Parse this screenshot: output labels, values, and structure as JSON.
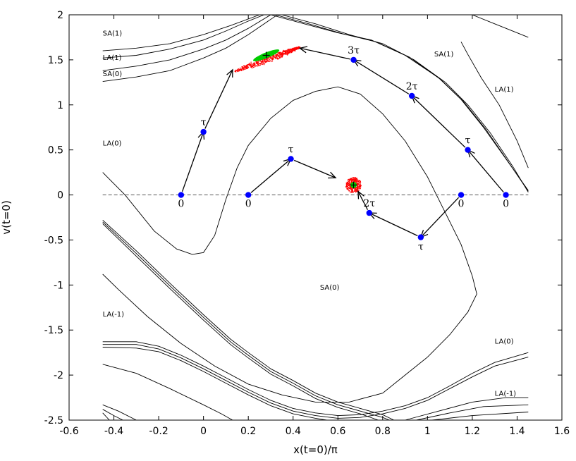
{
  "chart_data": {
    "type": "line",
    "xlabel": "x(t=0)/π",
    "ylabel": "v(t=0)",
    "xlim": [
      -0.6,
      1.6
    ],
    "ylim": [
      -2.5,
      2.0
    ],
    "xticks": [
      -0.6,
      -0.4,
      -0.2,
      0,
      0.2,
      0.4,
      0.6,
      0.8,
      1,
      1.2,
      1.4,
      1.6
    ],
    "xtick_labels": [
      "-0.6",
      "-0.4",
      "-0.2",
      "0",
      "0.2",
      "0.4",
      "0.6",
      "0.8",
      "1",
      "1.2",
      "1.4",
      "1.6"
    ],
    "yticks": [
      2,
      1.5,
      1,
      0.5,
      0,
      -0.5,
      -1,
      -1.5,
      -2,
      -2.5
    ],
    "ytick_labels": [
      "2",
      "1.5",
      "1",
      "0.5",
      "0",
      "-0.5",
      "-1",
      "-1.5",
      "-2",
      "-2.5"
    ],
    "grid": false,
    "colors": {
      "points": "#0000ff",
      "cloud": "#ff0000",
      "core": "#00cc00",
      "lines": "#000000"
    },
    "dashed_line": {
      "y": 0,
      "x": [
        -0.45,
        1.45
      ]
    },
    "region_labels": [
      {
        "text": "SA(1)",
        "x": -0.45,
        "y": 1.8
      },
      {
        "text": "LA(1)",
        "x": -0.45,
        "y": 1.53
      },
      {
        "text": "SA(0)",
        "x": -0.45,
        "y": 1.35
      },
      {
        "text": "SA(1)",
        "x": 1.03,
        "y": 1.57
      },
      {
        "text": "LA(1)",
        "x": 1.3,
        "y": 1.18
      },
      {
        "text": "LA(0)",
        "x": -0.45,
        "y": 0.58
      },
      {
        "text": "SA(0)",
        "x": 0.52,
        "y": -1.02
      },
      {
        "text": "LA(-1)",
        "x": -0.45,
        "y": -1.32
      },
      {
        "text": "LA(0)",
        "x": 1.3,
        "y": -1.62
      },
      {
        "text": "LA(-1)",
        "x": 1.3,
        "y": -2.2
      }
    ],
    "contours": [
      {
        "name": "",
        "points": [
          [
            -0.45,
            1.6
          ],
          [
            -0.3,
            1.63
          ],
          [
            -0.15,
            1.68
          ],
          [
            0,
            1.78
          ],
          [
            0.12,
            1.88
          ],
          [
            0.25,
            2.0
          ]
        ]
      },
      {
        "name": "",
        "points": [
          [
            -0.45,
            1.52
          ],
          [
            -0.3,
            1.55
          ],
          [
            -0.15,
            1.62
          ],
          [
            0,
            1.72
          ],
          [
            0.1,
            1.82
          ],
          [
            0.2,
            1.93
          ],
          [
            0.27,
            2.0
          ]
        ]
      },
      {
        "name": "",
        "points": [
          [
            -0.45,
            1.38
          ],
          [
            -0.3,
            1.43
          ],
          [
            -0.15,
            1.5
          ],
          [
            0,
            1.62
          ],
          [
            0.1,
            1.72
          ],
          [
            0.2,
            1.85
          ],
          [
            0.3,
            2.0
          ]
        ]
      },
      {
        "name": "",
        "points": [
          [
            -0.45,
            1.26
          ],
          [
            -0.3,
            1.31
          ],
          [
            -0.15,
            1.38
          ],
          [
            0,
            1.52
          ],
          [
            0.1,
            1.63
          ],
          [
            0.2,
            1.78
          ],
          [
            0.33,
            2.0
          ]
        ]
      },
      {
        "name": "",
        "points": [
          [
            0.3,
            2.0
          ],
          [
            0.45,
            1.9
          ],
          [
            0.6,
            1.8
          ],
          [
            0.75,
            1.72
          ],
          [
            0.9,
            1.55
          ],
          [
            1.05,
            1.3
          ],
          [
            1.15,
            1.06
          ],
          [
            1.25,
            0.75
          ],
          [
            1.35,
            0.4
          ],
          [
            1.45,
            0.05
          ]
        ]
      },
      {
        "name": "",
        "points": [
          [
            0.32,
            2.0
          ],
          [
            0.47,
            1.9
          ],
          [
            0.62,
            1.79
          ],
          [
            0.77,
            1.7
          ],
          [
            0.92,
            1.53
          ],
          [
            1.06,
            1.28
          ],
          [
            1.16,
            1.04
          ],
          [
            1.26,
            0.73
          ],
          [
            1.36,
            0.37
          ],
          [
            1.45,
            0.04
          ]
        ]
      },
      {
        "name": "",
        "points": [
          [
            0.35,
            2.0
          ],
          [
            0.5,
            1.9
          ],
          [
            0.65,
            1.78
          ],
          [
            0.8,
            1.68
          ],
          [
            0.94,
            1.5
          ],
          [
            1.08,
            1.25
          ],
          [
            1.18,
            1.0
          ],
          [
            1.28,
            0.69
          ],
          [
            1.38,
            0.32
          ],
          [
            1.45,
            0.03
          ]
        ]
      },
      {
        "name": "",
        "points": [
          [
            1.2,
            2.0
          ],
          [
            1.3,
            1.9
          ],
          [
            1.4,
            1.8
          ],
          [
            1.45,
            1.75
          ]
        ]
      },
      {
        "name": "",
        "points": [
          [
            1.15,
            1.7
          ],
          [
            1.18,
            1.56
          ],
          [
            1.24,
            1.3
          ],
          [
            1.32,
            1.0
          ],
          [
            1.4,
            0.6
          ],
          [
            1.45,
            0.3
          ]
        ]
      },
      {
        "name": "",
        "points": [
          [
            -0.45,
            0.25
          ],
          [
            -0.35,
            0.0
          ],
          [
            -0.22,
            -0.4
          ],
          [
            -0.12,
            -0.6
          ],
          [
            -0.05,
            -0.66
          ],
          [
            0.0,
            -0.64
          ],
          [
            0.05,
            -0.45
          ],
          [
            0.1,
            -0.05
          ],
          [
            0.15,
            0.3
          ],
          [
            0.2,
            0.55
          ],
          [
            0.3,
            0.85
          ],
          [
            0.4,
            1.05
          ],
          [
            0.5,
            1.15
          ],
          [
            0.6,
            1.2
          ],
          [
            0.7,
            1.12
          ],
          [
            0.8,
            0.9
          ],
          [
            0.9,
            0.6
          ],
          [
            1.0,
            0.2
          ],
          [
            1.08,
            -0.2
          ],
          [
            1.15,
            -0.55
          ],
          [
            1.2,
            -0.9
          ],
          [
            1.22,
            -1.1
          ],
          [
            1.18,
            -1.3
          ],
          [
            1.1,
            -1.55
          ],
          [
            1.0,
            -1.8
          ],
          [
            0.9,
            -2.0
          ],
          [
            0.8,
            -2.2
          ],
          [
            0.65,
            -2.3
          ],
          [
            0.5,
            -2.3
          ],
          [
            0.35,
            -2.22
          ],
          [
            0.2,
            -2.1
          ],
          [
            0.05,
            -1.9
          ],
          [
            -0.1,
            -1.65
          ],
          [
            -0.25,
            -1.35
          ],
          [
            -0.38,
            -1.05
          ],
          [
            -0.45,
            -0.88
          ]
        ]
      },
      {
        "name": "",
        "points": [
          [
            -0.45,
            -0.28
          ],
          [
            -0.3,
            -0.62
          ],
          [
            -0.15,
            -0.98
          ],
          [
            0,
            -1.33
          ],
          [
            0.12,
            -1.6
          ],
          [
            0.2,
            -1.75
          ],
          [
            0.3,
            -1.93
          ],
          [
            0.4,
            -2.06
          ],
          [
            0.5,
            -2.2
          ],
          [
            0.6,
            -2.3
          ],
          [
            0.7,
            -2.37
          ],
          [
            0.8,
            -2.44
          ],
          [
            0.85,
            -2.5
          ]
        ]
      },
      {
        "name": "",
        "points": [
          [
            -0.45,
            -0.3
          ],
          [
            -0.3,
            -0.65
          ],
          [
            -0.15,
            -1.01
          ],
          [
            0,
            -1.36
          ],
          [
            0.12,
            -1.63
          ],
          [
            0.2,
            -1.78
          ],
          [
            0.3,
            -1.96
          ],
          [
            0.4,
            -2.09
          ],
          [
            0.5,
            -2.23
          ],
          [
            0.6,
            -2.33
          ],
          [
            0.7,
            -2.4
          ],
          [
            0.8,
            -2.47
          ],
          [
            0.83,
            -2.5
          ]
        ]
      },
      {
        "name": "",
        "points": [
          [
            -0.45,
            -0.32
          ],
          [
            -0.3,
            -0.68
          ],
          [
            -0.15,
            -1.04
          ],
          [
            0,
            -1.39
          ],
          [
            0.12,
            -1.66
          ],
          [
            0.2,
            -1.81
          ],
          [
            0.3,
            -1.99
          ],
          [
            0.4,
            -2.12
          ],
          [
            0.5,
            -2.26
          ],
          [
            0.6,
            -2.36
          ],
          [
            0.7,
            -2.43
          ],
          [
            0.78,
            -2.5
          ]
        ]
      },
      {
        "name": "",
        "points": [
          [
            -0.45,
            -1.63
          ],
          [
            -0.3,
            -1.63
          ],
          [
            -0.2,
            -1.68
          ],
          [
            -0.1,
            -1.78
          ],
          [
            0,
            -1.9
          ],
          [
            0.1,
            -2.03
          ],
          [
            0.2,
            -2.16
          ],
          [
            0.3,
            -2.28
          ],
          [
            0.4,
            -2.37
          ],
          [
            0.5,
            -2.42
          ],
          [
            0.6,
            -2.45
          ],
          [
            0.7,
            -2.44
          ],
          [
            0.8,
            -2.4
          ],
          [
            0.9,
            -2.34
          ],
          [
            1.0,
            -2.25
          ],
          [
            1.1,
            -2.12
          ],
          [
            1.2,
            -1.98
          ],
          [
            1.3,
            -1.86
          ],
          [
            1.45,
            -1.75
          ]
        ]
      },
      {
        "name": "",
        "points": [
          [
            -0.45,
            -1.66
          ],
          [
            -0.3,
            -1.66
          ],
          [
            -0.2,
            -1.71
          ],
          [
            -0.1,
            -1.81
          ],
          [
            0,
            -1.93
          ],
          [
            0.1,
            -2.06
          ],
          [
            0.2,
            -2.19
          ],
          [
            0.3,
            -2.31
          ],
          [
            0.4,
            -2.4
          ],
          [
            0.5,
            -2.45
          ],
          [
            0.6,
            -2.48
          ],
          [
            0.7,
            -2.47
          ],
          [
            0.8,
            -2.43
          ],
          [
            0.9,
            -2.37
          ],
          [
            1.0,
            -2.28
          ],
          [
            1.1,
            -2.15
          ],
          [
            1.2,
            -2.02
          ],
          [
            1.3,
            -1.9
          ],
          [
            1.45,
            -1.8
          ]
        ]
      },
      {
        "name": "",
        "points": [
          [
            -0.45,
            -1.69
          ],
          [
            -0.3,
            -1.7
          ],
          [
            -0.2,
            -1.74
          ],
          [
            -0.1,
            -1.84
          ],
          [
            0,
            -1.96
          ],
          [
            0.1,
            -2.09
          ],
          [
            0.2,
            -2.22
          ],
          [
            0.3,
            -2.34
          ],
          [
            0.4,
            -2.43
          ],
          [
            0.5,
            -2.48
          ],
          [
            0.55,
            -2.5
          ]
        ]
      },
      {
        "name": "",
        "points": [
          [
            -0.45,
            -1.88
          ],
          [
            -0.3,
            -1.98
          ],
          [
            -0.15,
            -2.15
          ],
          [
            0,
            -2.33
          ],
          [
            0.08,
            -2.43
          ],
          [
            0.13,
            -2.5
          ]
        ]
      },
      {
        "name": "",
        "points": [
          [
            -0.45,
            -2.33
          ],
          [
            -0.38,
            -2.4
          ],
          [
            -0.3,
            -2.5
          ]
        ]
      },
      {
        "name": "",
        "points": [
          [
            -0.45,
            -2.38
          ],
          [
            -0.4,
            -2.45
          ],
          [
            -0.36,
            -2.5
          ]
        ]
      },
      {
        "name": "",
        "points": [
          [
            -0.45,
            -2.42
          ],
          [
            -0.42,
            -2.5
          ]
        ]
      },
      {
        "name": "",
        "points": [
          [
            0.9,
            -2.5
          ],
          [
            1.05,
            -2.4
          ],
          [
            1.2,
            -2.3
          ],
          [
            1.35,
            -2.25
          ],
          [
            1.45,
            -2.25
          ]
        ]
      },
      {
        "name": "",
        "points": [
          [
            0.95,
            -2.5
          ],
          [
            1.1,
            -2.42
          ],
          [
            1.25,
            -2.35
          ],
          [
            1.45,
            -2.33
          ]
        ]
      },
      {
        "name": "",
        "points": [
          [
            1.02,
            -2.5
          ],
          [
            1.2,
            -2.45
          ],
          [
            1.45,
            -2.41
          ]
        ]
      }
    ],
    "trajectories": [
      {
        "points": [
          {
            "x": -0.1,
            "y": 0,
            "label": "0"
          },
          {
            "x": 0.0,
            "y": 0.7,
            "label": "τ"
          }
        ],
        "arrow_to": {
          "x": 0.13,
          "y": 1.39
        }
      },
      {
        "points": [
          {
            "x": 0.2,
            "y": 0,
            "label": "0"
          },
          {
            "x": 0.39,
            "y": 0.4,
            "label": "τ"
          }
        ],
        "arrow_to": {
          "x": 0.59,
          "y": 0.19
        }
      },
      {
        "points": [
          {
            "x": 1.35,
            "y": 0,
            "label": "0"
          },
          {
            "x": 1.18,
            "y": 0.5,
            "label": "τ"
          },
          {
            "x": 0.93,
            "y": 1.1,
            "label": "2τ"
          },
          {
            "x": 0.67,
            "y": 1.5,
            "label": "3τ"
          }
        ],
        "arrow_to": {
          "x": 0.43,
          "y": 1.63
        }
      },
      {
        "points": [
          {
            "x": 1.15,
            "y": 0,
            "label": "0"
          },
          {
            "x": 0.97,
            "y": -0.47,
            "label": "τ"
          },
          {
            "x": 0.74,
            "y": -0.2,
            "label": "2τ"
          }
        ],
        "arrow_to": {
          "x": 0.69,
          "y": 0.04
        }
      }
    ],
    "clusters": [
      {
        "shape": "elongated",
        "from": {
          "x": 0.14,
          "y": 1.37
        },
        "to": {
          "x": 0.43,
          "y": 1.64
        },
        "center": {
          "x": 0.28,
          "y": 1.55
        }
      },
      {
        "shape": "round",
        "center": {
          "x": 0.67,
          "y": 0.11
        }
      }
    ]
  }
}
